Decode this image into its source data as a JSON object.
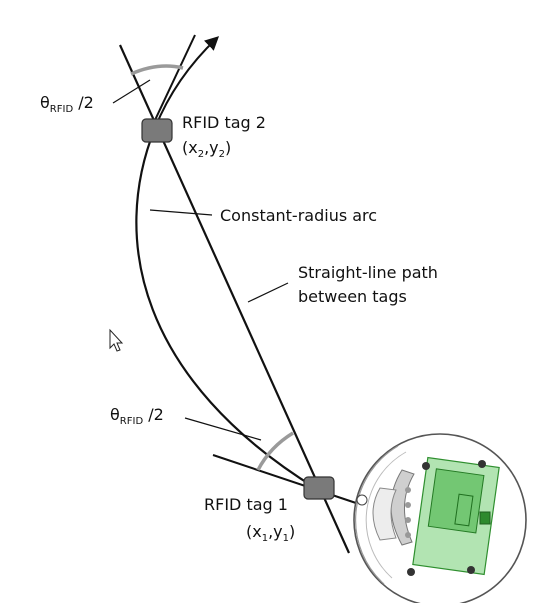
{
  "labels": {
    "theta_top": {
      "symbol": "θ",
      "subscript": "RFID",
      "suffix": " /2"
    },
    "theta_bottom": {
      "symbol": "θ",
      "subscript": "RFID",
      "suffix": " /2"
    },
    "tag2": {
      "name": "RFID tag 2",
      "coord_open": "(x",
      "coord_sub_x": "2",
      "coord_mid": ",y",
      "coord_sub_y": "2",
      "coord_close": ")"
    },
    "tag1": {
      "name": "RFID tag 1",
      "coord_open": "(x",
      "coord_sub_x": "1",
      "coord_mid": ",y",
      "coord_sub_y": "1",
      "coord_close": ")"
    },
    "arc": "Constant-radius arc",
    "straight_line_1": "Straight-line path",
    "straight_line_2": "between tags"
  },
  "colors": {
    "line": "#111111",
    "angle_mark": "#9a9a9a",
    "tag_fill": "#7a7a7a",
    "robot_green": "#55c455"
  },
  "icons": {
    "cursor": "mouse-pointer-icon",
    "robot": "robot-topview-icon"
  }
}
